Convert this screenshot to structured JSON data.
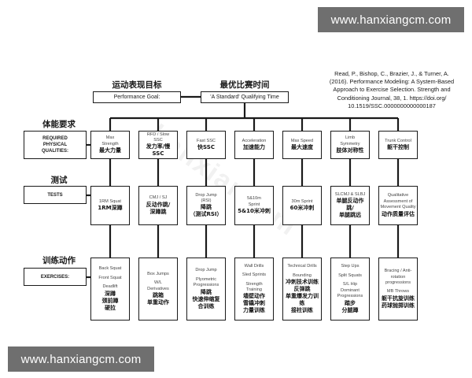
{
  "watermark": {
    "top": "www.hanxiangcm.com",
    "bottom": "www.hanxiangcm.com",
    "diagonal": "hanxiangcm"
  },
  "citation": "Read, P., Bishop, C., Brazier, J., & Turner, A.\n(2016). Performance Modeling: A System-Based\nApproach to Exercise Selection. Strength and\nConditioning Journal, 38, 1. https://doi.org/\n10.1519/SSC.0000000000000187",
  "top": {
    "goal_cn": "运动表现目标",
    "goal_box": "Performance Goal:",
    "standard_cn": "最优比赛时间",
    "standard_box": "'A Standard' Qualifying Time"
  },
  "rows": {
    "qualities": {
      "cn": "体能要求",
      "en": "REQUIRED\nPHYSICAL\nQUALITIES:"
    },
    "tests": {
      "cn": "测试",
      "en": "TESTS"
    },
    "exercises": {
      "cn": "训练动作",
      "en": "EXERCISES:"
    }
  },
  "columns": [
    {
      "quality": {
        "en": [
          "Max",
          "Strength"
        ],
        "cn": [
          "最大力量"
        ]
      },
      "test": {
        "en": [
          "1RM Squat"
        ],
        "cn": [
          "1RM深蹲"
        ]
      },
      "exercise": {
        "en": [
          "Back Squat",
          "",
          "Front Squat",
          "",
          "Deadlift"
        ],
        "cn": [
          "深蹲",
          "颈前蹲",
          "硬拉"
        ]
      }
    },
    {
      "quality": {
        "en": [
          "RFD / Slow",
          "SSC"
        ],
        "cn": [
          "发力率/慢SSC"
        ]
      },
      "test": {
        "en": [
          "CMJ / SJ"
        ],
        "cn": [
          "反动作跳/",
          "深蹲跳"
        ]
      },
      "exercise": {
        "en": [
          "Box Jumps",
          "",
          "W/L",
          "Derivatives"
        ],
        "cn": [
          "跳箱",
          "单重动作"
        ]
      }
    },
    {
      "quality": {
        "en": [
          "Fast SSC"
        ],
        "cn": [
          "快SSC"
        ]
      },
      "test": {
        "en": [
          "Drop Jump",
          "(RSI)"
        ],
        "cn": [
          "降跳",
          "（测试RSI）"
        ]
      },
      "exercise": {
        "en": [
          "Drop Jump",
          "",
          "Plyometric",
          "Progressions"
        ],
        "cn": [
          "降跳",
          "快速伸缩复",
          "合训练"
        ]
      }
    },
    {
      "quality": {
        "en": [
          "Acceleration"
        ],
        "cn": [
          "加速能力"
        ]
      },
      "test": {
        "en": [
          "5&10m",
          "Sprint"
        ],
        "cn": [
          "5&10米冲刺"
        ]
      },
      "exercise": {
        "en": [
          "Wall Drills",
          "",
          "Sled Sprints",
          "",
          "Strength",
          "Training"
        ],
        "cn": [
          "墙壁动作",
          "雪橇冲刺",
          "力量训练"
        ]
      }
    },
    {
      "quality": {
        "en": [
          "Max Speed"
        ],
        "cn": [
          "最大速度"
        ]
      },
      "test": {
        "en": [
          "30m Sprint"
        ],
        "cn": [
          "60米冲刺"
        ]
      },
      "exercise": {
        "en": [
          "Technical Drills",
          "",
          "Bounding"
        ],
        "cn": [
          "冲刺技术训练",
          "反弹跳",
          "单重爆发力训练",
          "接柱训练"
        ]
      }
    },
    {
      "quality": {
        "en": [
          "Limb",
          "Symmetry"
        ],
        "cn": [
          "肢体对称性"
        ]
      },
      "test": {
        "en": [
          "SLCMJ & SLBJ"
        ],
        "cn": [
          "单腿反动作跳/",
          "单腿跳远"
        ]
      },
      "exercise": {
        "en": [
          "Step Ups",
          "",
          "Split Squats",
          "",
          "S/L Hip",
          "Dominant",
          "Progressions"
        ],
        "cn": [
          "踏步",
          "分腿蹲"
        ]
      }
    },
    {
      "quality": {
        "en": [
          "Trunk Control"
        ],
        "cn": [
          "躯干控制"
        ]
      },
      "test": {
        "en": [
          "Qualitative",
          "Assessment of",
          "Movement Quality"
        ],
        "cn": [
          "动作质量评估"
        ]
      },
      "exercise": {
        "en": [
          "Bracing / Anti-",
          "rotation",
          "progressions",
          "",
          "MB Throws"
        ],
        "cn": [
          "躯干抗旋训练",
          "药球抛掷训练"
        ]
      }
    }
  ]
}
